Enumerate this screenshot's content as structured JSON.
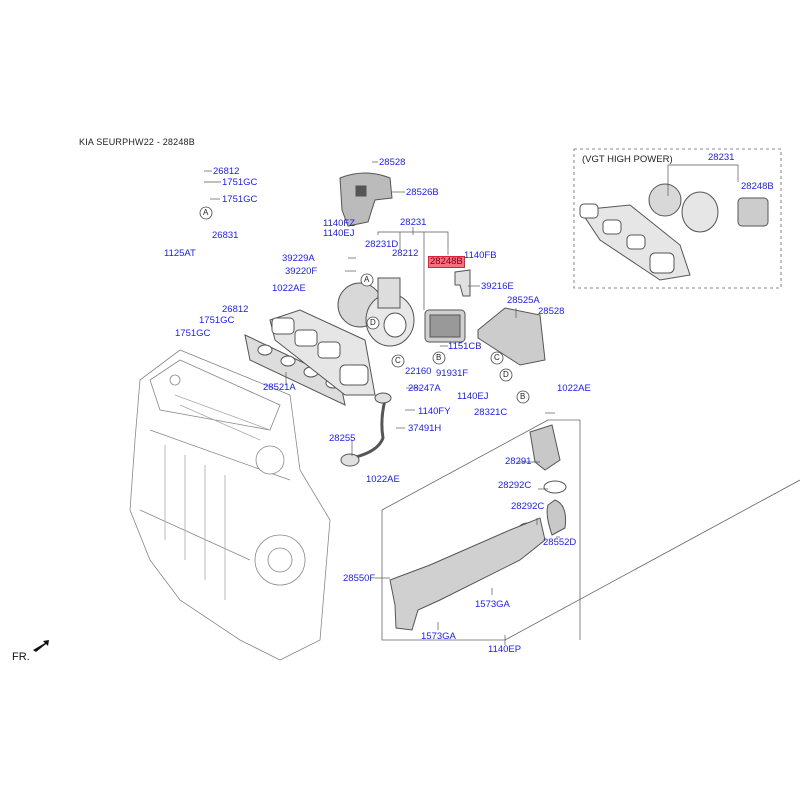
{
  "header": {
    "title": "KIA SEURPHW22 - 28248B"
  },
  "highlighted_part": "28248B",
  "colors": {
    "label": "#1a1aff",
    "highlight_bg": "#f7707f",
    "highlight_border": "#e0203a",
    "line": "#555555"
  },
  "inset": {
    "title": "(VGT HIGH POWER)",
    "labels": {
      "assembly": "28231",
      "actuator": "28248B"
    }
  },
  "orientation": {
    "label": "FR."
  },
  "callouts": {
    "a": "A",
    "b": "B",
    "c": "C",
    "d": "D"
  },
  "labels": {
    "l26812a": "26812",
    "l1751gc1": "1751GC",
    "l1751gc2": "1751GC",
    "l26831": "26831",
    "l1125at": "1125AT",
    "l26812b": "26812",
    "l1751gc3": "1751GC",
    "l1751gc4": "1751GC",
    "l1022ae1": "1022AE",
    "l28528a": "28528",
    "l28526b": "28526B",
    "l1140fz": "1140FZ",
    "l1140ej1": "1140EJ",
    "l28231": "28231",
    "l28231d": "28231D",
    "l28212": "28212",
    "l28248b": "28248B",
    "l1140fb": "1140FB",
    "l39229a": "39229A",
    "l39220f": "39220F",
    "l39216e": "39216E",
    "l28525a": "28525A",
    "l28528b": "28528",
    "l1151cb": "1151CB",
    "l28521a": "28521A",
    "l22160": "22160",
    "l91931f": "91931F",
    "l28247a": "28247A",
    "l1140ej2": "1140EJ",
    "l1022ae2": "1022AE",
    "l1140fy": "1140FY",
    "l28321c": "28321C",
    "l37491h": "37491H",
    "l28255": "28255",
    "l1022ae3": "1022AE",
    "l28291": "28291",
    "l28292c1": "28292C",
    "l28292c2": "28292C",
    "l28552d": "28552D",
    "l28550f": "28550F",
    "l1573ga1": "1573GA",
    "l1573ga2": "1573GA",
    "l1140ep": "1140EP"
  }
}
